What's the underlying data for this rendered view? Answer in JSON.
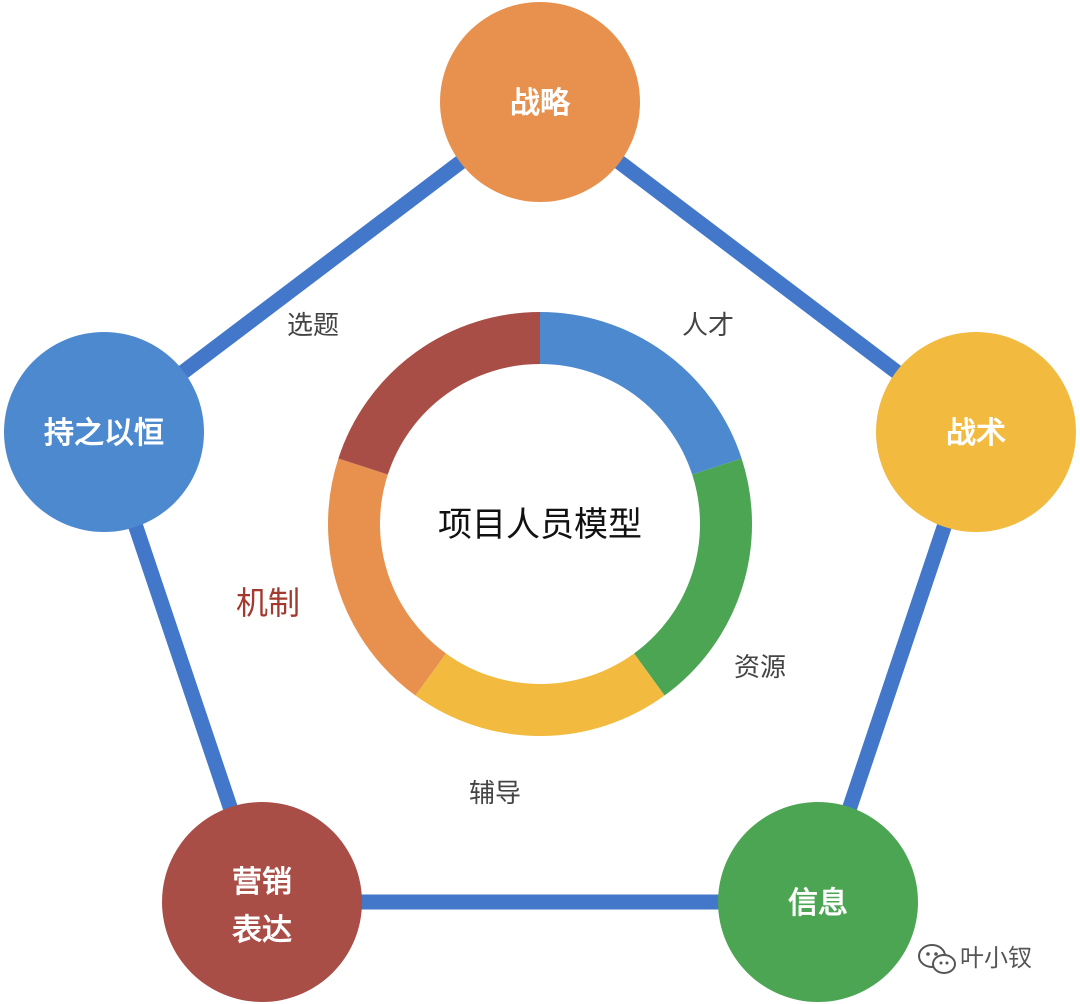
{
  "diagram": {
    "center_title": "项目人员模型",
    "nodes": [
      {
        "id": "strategy",
        "label": "战略",
        "color": "#E8914E"
      },
      {
        "id": "tactics",
        "label": "战术",
        "color": "#F2BB40"
      },
      {
        "id": "information",
        "label": "信息",
        "color": "#4CA553"
      },
      {
        "id": "marketing",
        "label_lines": [
          "营销",
          "表达"
        ],
        "color": "#A94D47"
      },
      {
        "id": "persistence",
        "label": "持之以恒",
        "color": "#4D89CF"
      }
    ],
    "ring_segments": [
      {
        "label": "人才",
        "color": "#4D89CF"
      },
      {
        "label": "资源",
        "color": "#4CA553"
      },
      {
        "label": "辅导",
        "color": "#F2BB40"
      },
      {
        "label": "",
        "color": "#E8914E"
      },
      {
        "label": "选题",
        "color": "#A94D47"
      }
    ],
    "mechanism_label": "机制",
    "pentagon_edge_color": "#4277C9"
  },
  "watermark": {
    "icon": "wechat-icon",
    "text": "叶小钗"
  }
}
